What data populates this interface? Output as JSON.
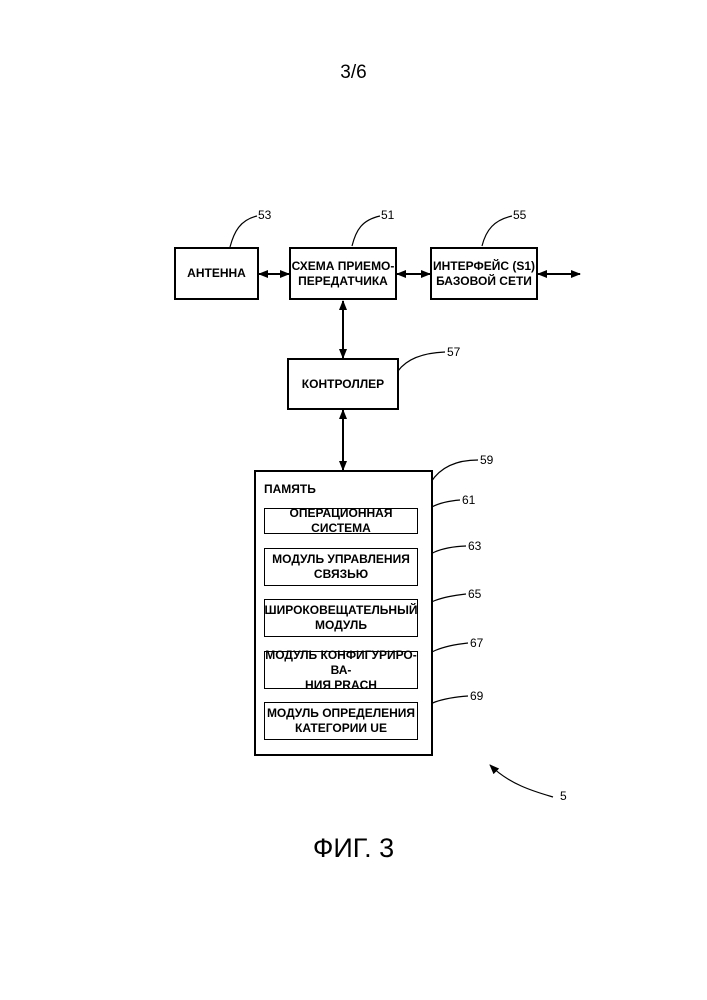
{
  "page_number": "3/6",
  "figure_caption": "ФИГ. 3",
  "blocks": {
    "antenna": {
      "label": "АНТЕННА",
      "ref": "53"
    },
    "transceiver": {
      "line1": "СХЕМА ПРИЕМО-",
      "line2": "ПЕРЕДАТЧИКА",
      "ref": "51"
    },
    "interface": {
      "line1": "ИНТЕРФЕЙС (S1)",
      "line2": "БАЗОВОЙ СЕТИ",
      "ref": "55"
    },
    "controller": {
      "label": "КОНТРОЛЛЕР",
      "ref": "57"
    },
    "memory": {
      "label": "ПАМЯТЬ",
      "ref": "59"
    }
  },
  "modules": [
    {
      "line1": "ОПЕРАЦИОННАЯ СИСТЕМА",
      "line2": "",
      "ref": "61"
    },
    {
      "line1": "МОДУЛЬ УПРАВЛЕНИЯ",
      "line2": "СВЯЗЬЮ",
      "ref": "63"
    },
    {
      "line1": "ШИРОКОВЕЩАТЕЛЬНЫЙ",
      "line2": "МОДУЛЬ",
      "ref": "65"
    },
    {
      "line1": "МОДУЛЬ КОНФИГУРИРО-ВА-",
      "line2": "НИЯ PRACH",
      "ref": "67"
    },
    {
      "line1": "МОДУЛЬ ОПРЕДЕЛЕНИЯ",
      "line2": "КАТЕГОРИИ UE",
      "ref": "69"
    }
  ],
  "device_ref": "5"
}
